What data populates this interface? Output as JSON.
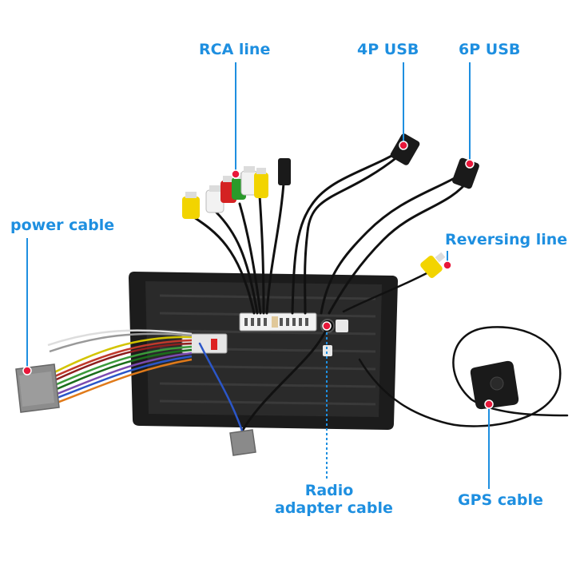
{
  "labels": {
    "rca": "RCA line",
    "usb4p": "4P USB",
    "usb6p": "6P USB",
    "power": "power cable",
    "reversing": "Reversing line",
    "radio_line1": "Radio",
    "radio_line2": "adapter cable",
    "gps": "GPS cable"
  },
  "colors": {
    "label_text": "#1e8fe0",
    "leader_line": "#1e8fe0",
    "marker_dot": "#e8173a",
    "unit_body": "#1c1c1c",
    "cable": "#111111"
  }
}
